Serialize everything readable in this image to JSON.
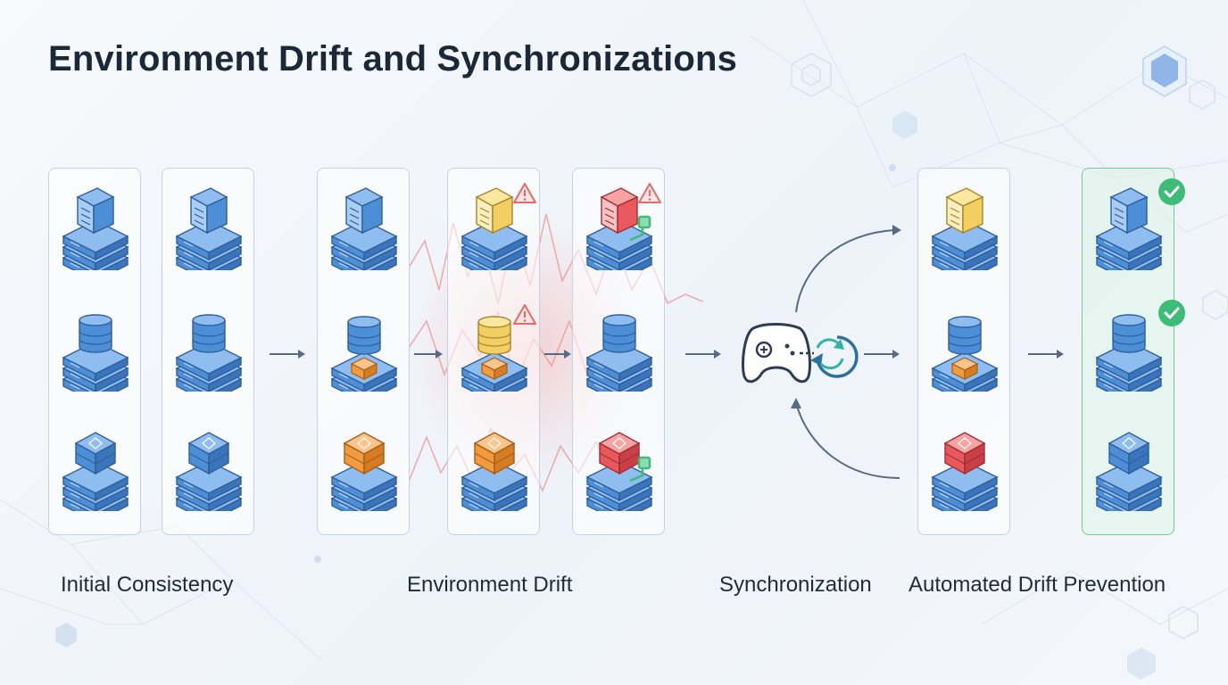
{
  "title": "Environment Drift and Synchronizations",
  "captions": {
    "initial": "Initial Consistency",
    "drift": "Environment Drift",
    "sync": "Synchronization",
    "prevention": "Automated Drift Prevention"
  },
  "colors": {
    "blue": "#4d8fd6",
    "yellow": "#f2cf62",
    "red": "#e8585d",
    "orange": "#f19a3e",
    "green": "#3dbb77",
    "warning": "#e36a6a"
  },
  "columns": [
    {
      "name": "initial-col-1",
      "stage": "initial",
      "status": "consistent",
      "rows": [
        {
          "top": "server",
          "color": "blue"
        },
        {
          "top": "database",
          "color": "blue"
        },
        {
          "top": "cube",
          "color": "blue"
        }
      ]
    },
    {
      "name": "initial-col-2",
      "stage": "initial",
      "status": "consistent",
      "rows": [
        {
          "top": "server",
          "color": "blue"
        },
        {
          "top": "database",
          "color": "blue"
        },
        {
          "top": "cube",
          "color": "blue"
        }
      ]
    },
    {
      "name": "drift-col-1",
      "stage": "drift",
      "status": "drifting",
      "rows": [
        {
          "top": "server",
          "color": "blue"
        },
        {
          "top": "database",
          "color": "blue",
          "block": "orange"
        },
        {
          "top": "cube",
          "color": "orange"
        }
      ]
    },
    {
      "name": "drift-col-2",
      "stage": "drift",
      "status": "drifting",
      "rows": [
        {
          "top": "server",
          "color": "yellow",
          "warning": true
        },
        {
          "top": "database",
          "color": "yellow",
          "block": "orange",
          "warning": true
        },
        {
          "top": "cube",
          "color": "orange"
        }
      ]
    },
    {
      "name": "drift-col-3",
      "stage": "drift",
      "status": "drifting",
      "rows": [
        {
          "top": "server",
          "color": "red",
          "warning": true,
          "patch": true
        },
        {
          "top": "database",
          "color": "blue"
        },
        {
          "top": "cube",
          "color": "red",
          "patch": true
        }
      ]
    },
    {
      "name": "sync-col",
      "stage": "synchronization",
      "status": "synced",
      "rows": [
        {
          "top": "server",
          "color": "yellow"
        },
        {
          "top": "database",
          "color": "blue",
          "block": "orange"
        },
        {
          "top": "cube",
          "color": "red"
        }
      ]
    },
    {
      "name": "prevention-col",
      "stage": "prevention",
      "status": "verified",
      "rows": [
        {
          "top": "server",
          "color": "blue",
          "check": true
        },
        {
          "top": "database",
          "color": "blue",
          "check": true
        },
        {
          "top": "cube",
          "color": "blue"
        }
      ]
    }
  ],
  "icons": {
    "sync_hub": "gamepad-sync-icon",
    "warning": "warning-triangle-icon",
    "check": "check-circle-icon"
  }
}
